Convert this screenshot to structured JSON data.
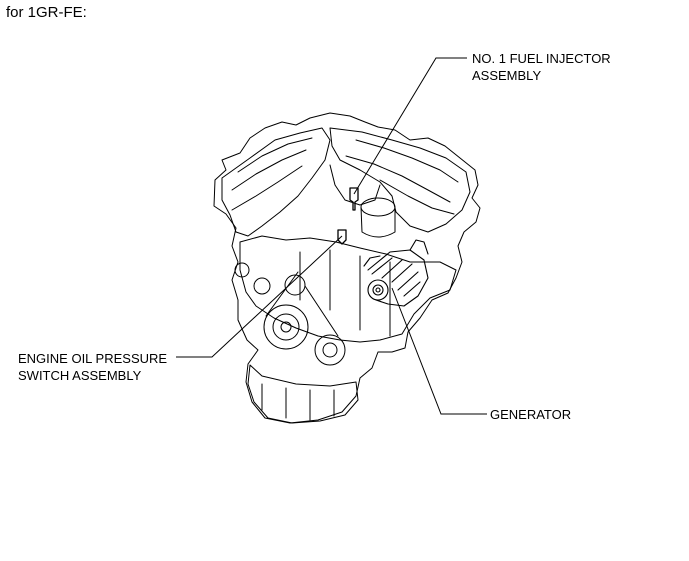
{
  "heading": "for 1GR-FE:",
  "callouts": {
    "fuel_injector": {
      "line1": "NO. 1 FUEL INJECTOR",
      "line2": "ASSEMBLY"
    },
    "oil_pressure_switch": {
      "line1": "ENGINE OIL PRESSURE",
      "line2": "SWITCH ASSEMBLY"
    },
    "generator": {
      "line1": "GENERATOR"
    }
  },
  "colors": {
    "line": "#000000",
    "background": "#ffffff"
  }
}
